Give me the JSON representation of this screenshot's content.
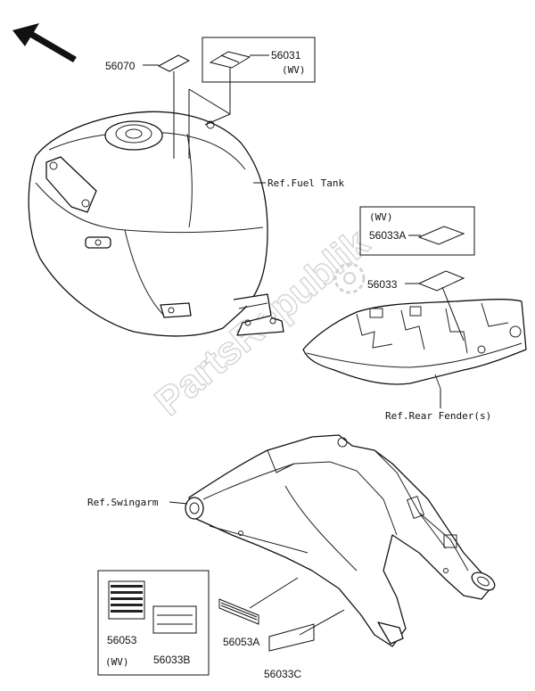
{
  "parts": {
    "p56070": "56070",
    "p56031": "56031",
    "p56031_note": "(WV)",
    "p56033A_note": "(WV)",
    "p56033A": "56033A",
    "p56033": "56033",
    "p56053": "56053",
    "p56033B": "56033B",
    "p56053A": "56053A",
    "p56033C": "56033C",
    "wv_bottom": "(WV)"
  },
  "refs": {
    "fuel_tank": "Ref.Fuel Tank",
    "rear_fender": "Ref.Rear Fender(s)",
    "swingarm": "Ref.Swingarm"
  },
  "watermark": "PartsRepublik",
  "icons": {
    "direction": "front-arrow-icon",
    "gear": "gear-logo-icon"
  }
}
